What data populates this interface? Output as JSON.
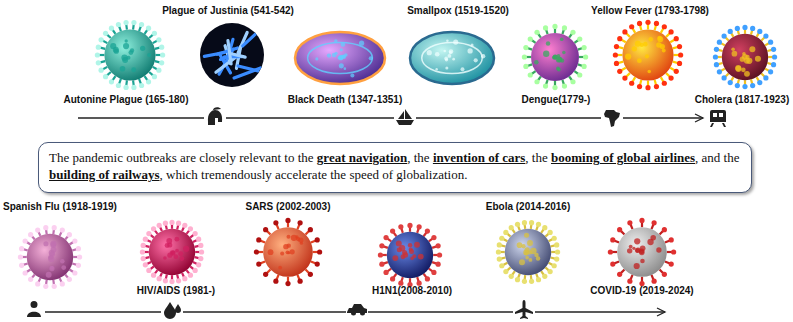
{
  "diagram": {
    "nodes": [
      {
        "text": [
          "The pandemic outbreaks are closely relevant to the great navigation, the invention of cars, the booming of global airlines, and the building of railways, which tremendously accelerate the speed of globalization."
        ]
      }
    ],
    "labels": [
      "Autonine Plague (165-180)",
      "Plague of Justinia (541-542)",
      "Black Death (1347-1351)",
      "Smallpox (1519-1520)",
      "Dengue(1779-)",
      "Yellow Fever (1793-1798)",
      "Cholera (1817-1923)",
      "Spanish Flu (1918-1919)",
      "HIV/AIDS (1981-)",
      "SARS (2002-2003)",
      "H1N1(2008-2010)",
      "Ebola (2014-2016)",
      "COVID-19 (2019-2024)"
    ]
  }
}
